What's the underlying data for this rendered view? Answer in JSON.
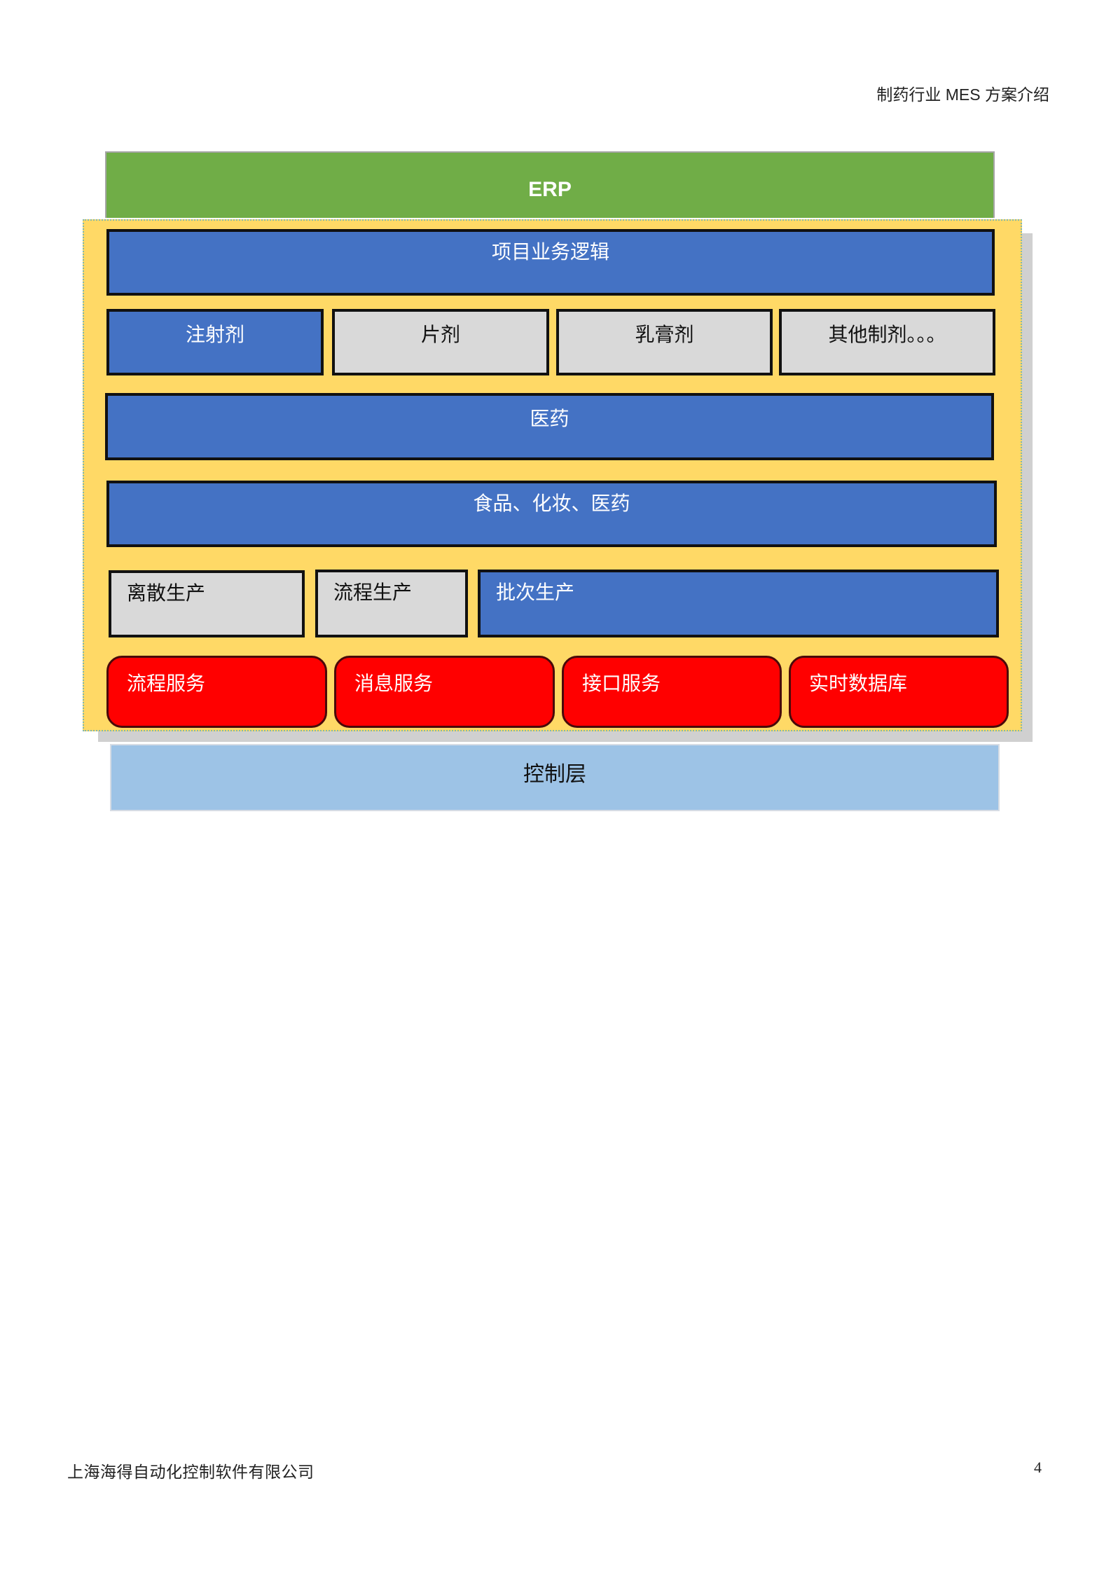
{
  "header": {
    "title": "制药行业 MES  方案介绍"
  },
  "diagram": {
    "erp": {
      "label": "ERP",
      "color": "#70AD47"
    },
    "container_color": "#FFD966",
    "business_logic": {
      "label": "项目业务逻辑",
      "color": "#4472C4"
    },
    "dosage_forms": [
      {
        "label": "注射剂",
        "style": "blue"
      },
      {
        "label": "片剂",
        "style": "gray"
      },
      {
        "label": "乳膏剂",
        "style": "gray"
      },
      {
        "label": "其他制剂。。。",
        "style": "gray"
      }
    ],
    "pharma": {
      "label": "医药"
    },
    "industries": {
      "label": "食品、化妆、医药"
    },
    "production_modes": [
      {
        "label": "离散生产",
        "style": "gray"
      },
      {
        "label": "流程生产",
        "style": "gray"
      },
      {
        "label": "批次生产",
        "style": "blue"
      }
    ],
    "services": [
      {
        "label": "流程服务"
      },
      {
        "label": "消息服务"
      },
      {
        "label": "接口服务"
      },
      {
        "label": "实时数据库"
      }
    ],
    "service_color": "#FF0000",
    "control_layer": {
      "label": "控制层",
      "color": "#9DC3E6"
    }
  },
  "footer": {
    "company": "上海海得自动化控制软件有限公司",
    "page_number": "4"
  }
}
